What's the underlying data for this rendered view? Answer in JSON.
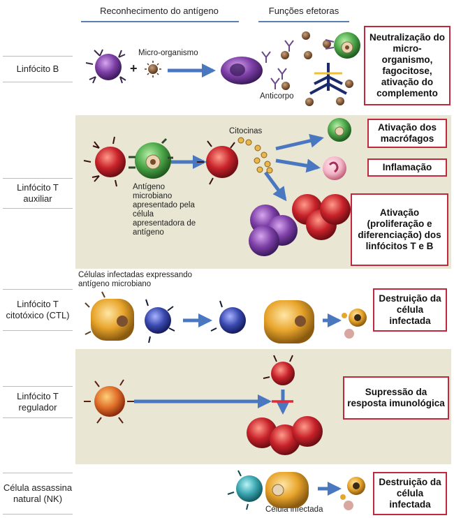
{
  "headers": {
    "recognition": "Reconhecimento do antígeno",
    "effector": "Funções efetoras"
  },
  "rows": [
    {
      "label": "Linfócito B",
      "outcome": "Neutralização do micro-organismo, fagocitose, ativação do complemento"
    },
    {
      "label": "Linfócito T auxiliar",
      "outcomes": [
        "Ativação dos macrófagos",
        "Inflamação",
        "Ativação (proliferação e diferenciação) dos linfócitos T e B"
      ]
    },
    {
      "label": "Linfócito T citotóxico (CTL)",
      "outcome": "Destruição da célula infectada"
    },
    {
      "label": "Linfócito T regulador",
      "outcome": "Supressão da resposta imunológica"
    },
    {
      "label": "Célula assassina natural (NK)",
      "outcome": "Destruição da célula infectada"
    }
  ],
  "annotations": {
    "microorganism": "Micro-organismo",
    "antibody": "Anticorpo",
    "cytokines": "Citocinas",
    "apc_antigen": "Antígeno microbiano apresentado pela célula apresentadora de antígeno",
    "infected_cells": "Células infectadas expressando antígeno microbiano",
    "infected_cell": "Célula infectada",
    "plus": "+"
  },
  "colors": {
    "panel": "#e9e6d4",
    "outcome_border": "#c0283d",
    "arrow": "#4a78c0",
    "b_cell": "#7d3fa6",
    "th_cell": "#c8222a",
    "apc": "#4da84a",
    "ctl": "#3a49b0",
    "infected": "#e8a52c",
    "nk": "#3aa6b0",
    "treg": "#e0702a",
    "neutrophil": "#f3b4c6",
    "inhibit": "#e8263a"
  }
}
